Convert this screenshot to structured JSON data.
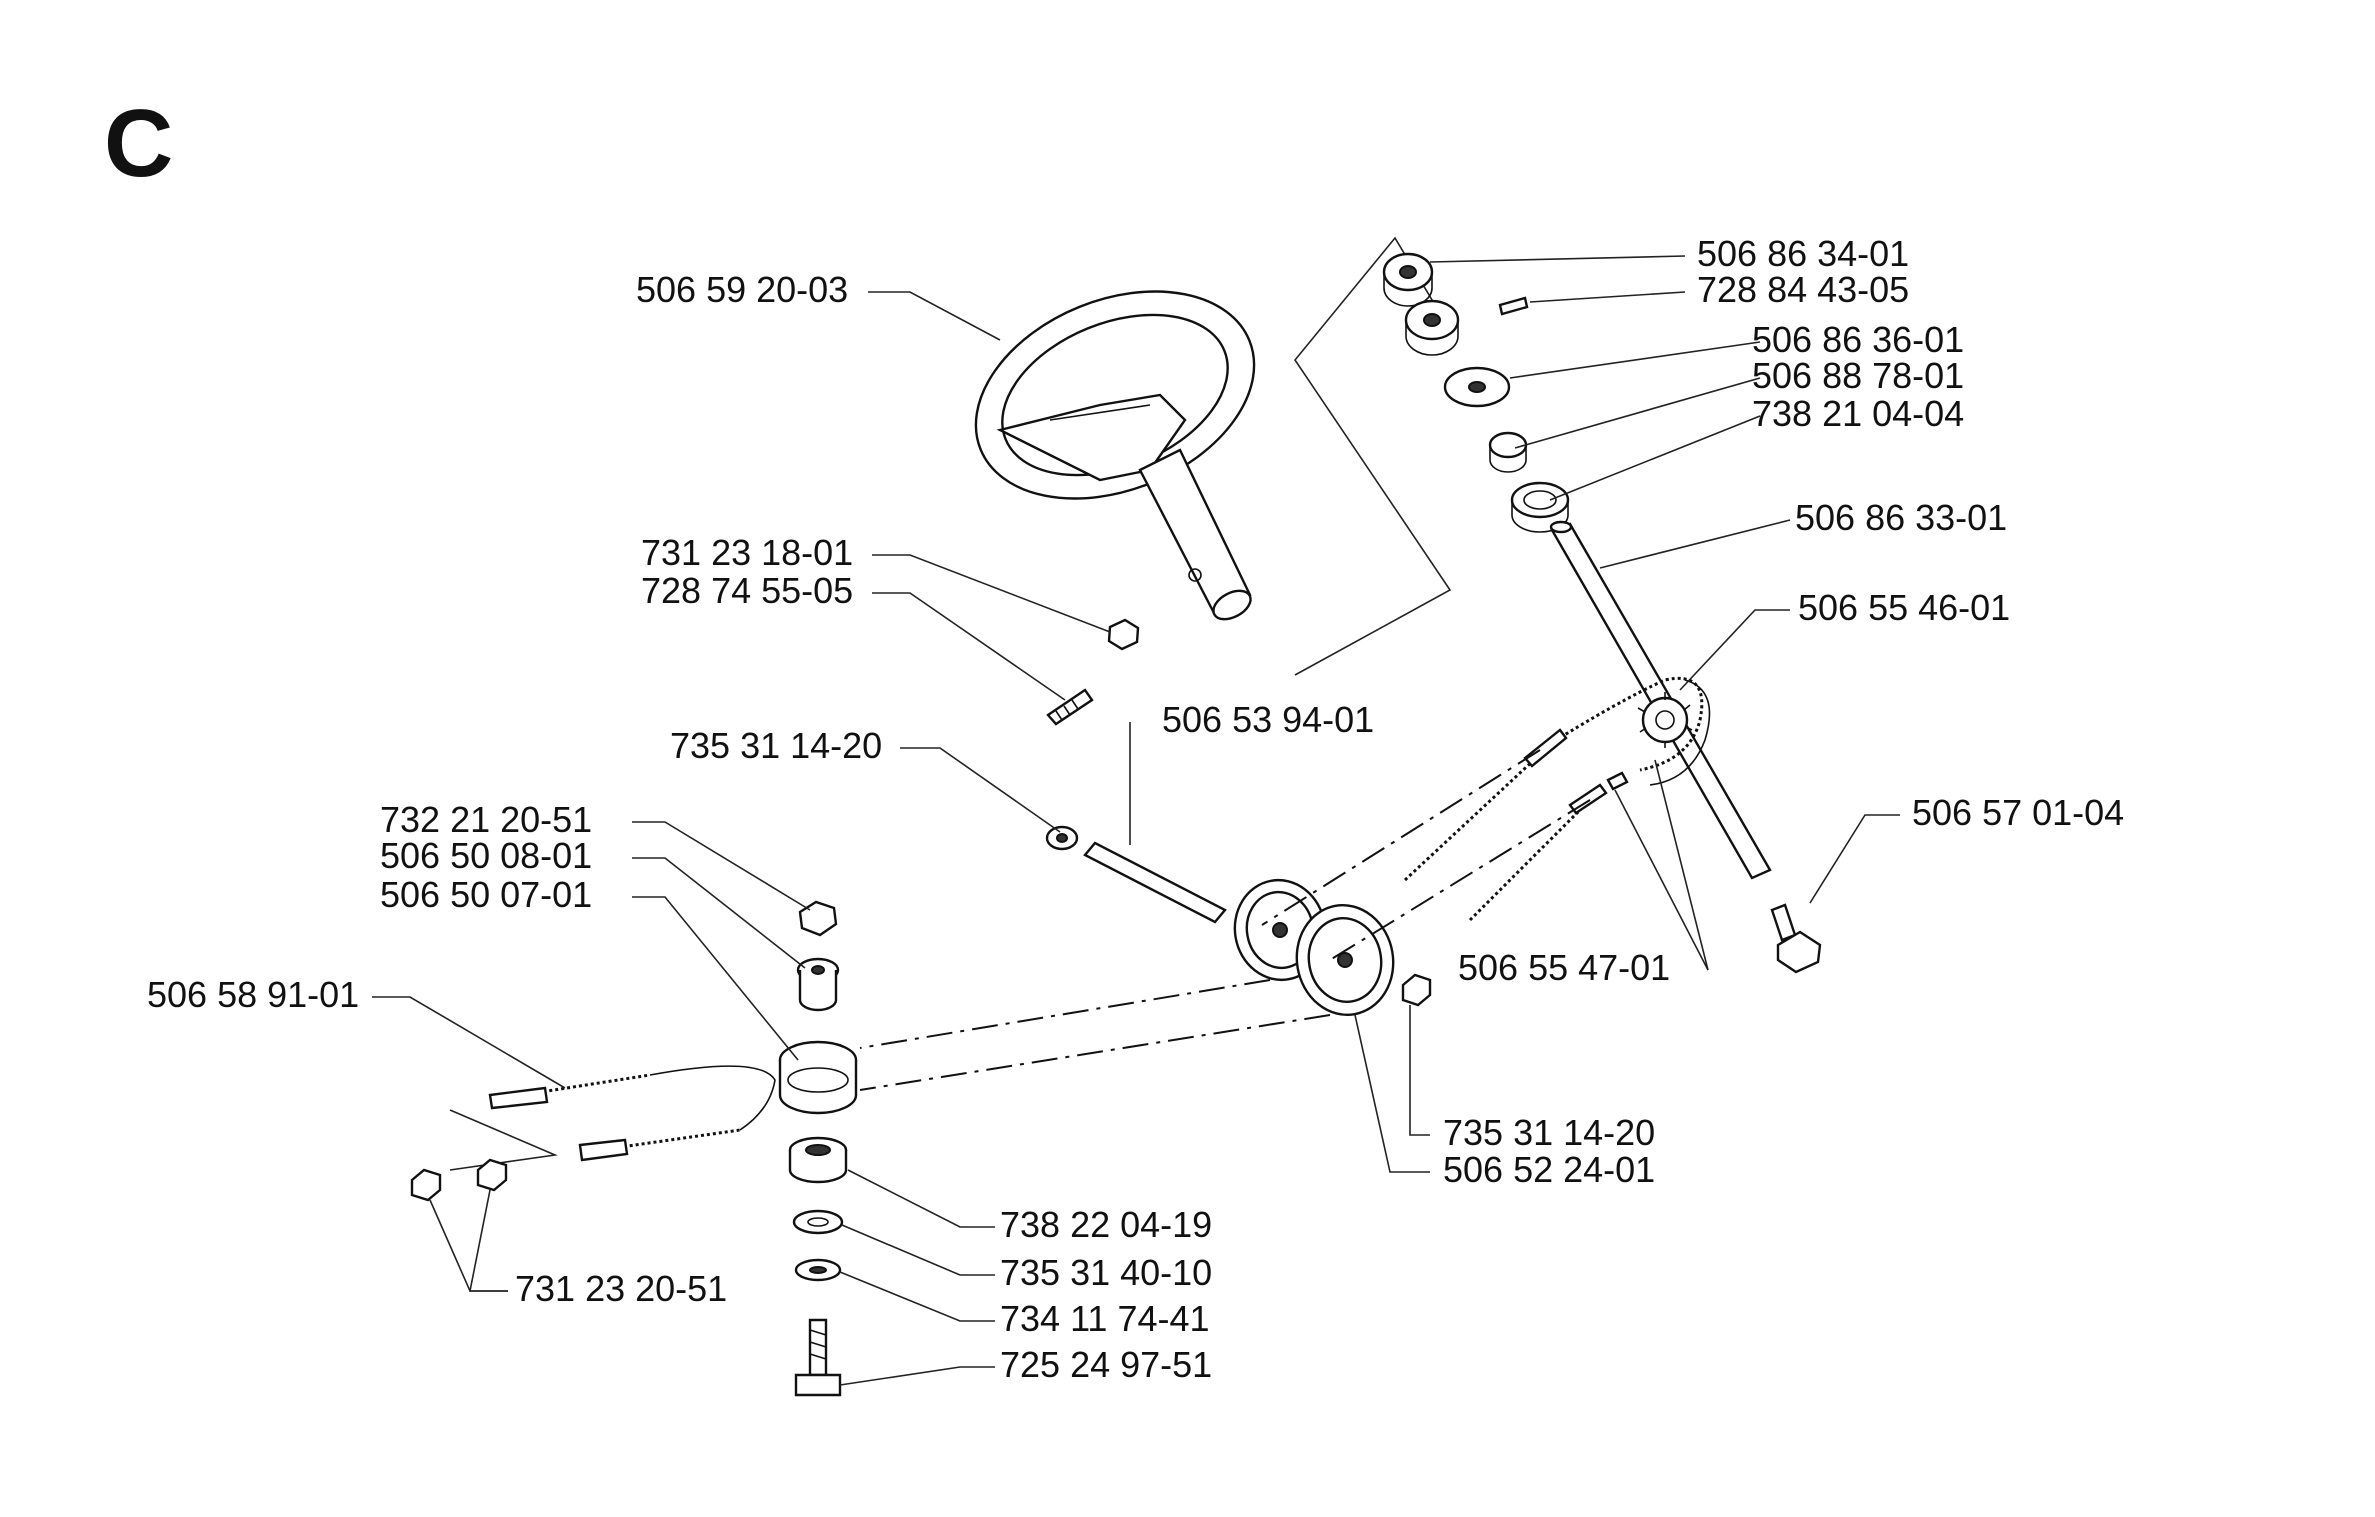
{
  "section": "C",
  "parts": {
    "p01": "506 59 20-03",
    "p02": "731 23 18-01",
    "p03": "728 74 55-05",
    "p04": "506 86 34-01",
    "p05": "728 84 43-05",
    "p06": "506 86 36-01",
    "p07": "506 88 78-01",
    "p08": "738 21 04-04",
    "p09": "506 86 33-01",
    "p10": "506 55 46-01",
    "p11": "506 53 94-01",
    "p12": "735 31 14-20",
    "p13": "506 57 01-04",
    "p14": "732 21 20-51",
    "p15": "506 50 08-01",
    "p16": "506 50 07-01",
    "p17": "506 58 91-01",
    "p18": "506 55 47-01",
    "p19": "735 31 14-20",
    "p20": "506 52 24-01",
    "p21": "738 22 04-19",
    "p22": "735 31 40-10",
    "p23": "734 11 74-41",
    "p24": "725 24 97-51",
    "p25": "731 23 20-51"
  }
}
